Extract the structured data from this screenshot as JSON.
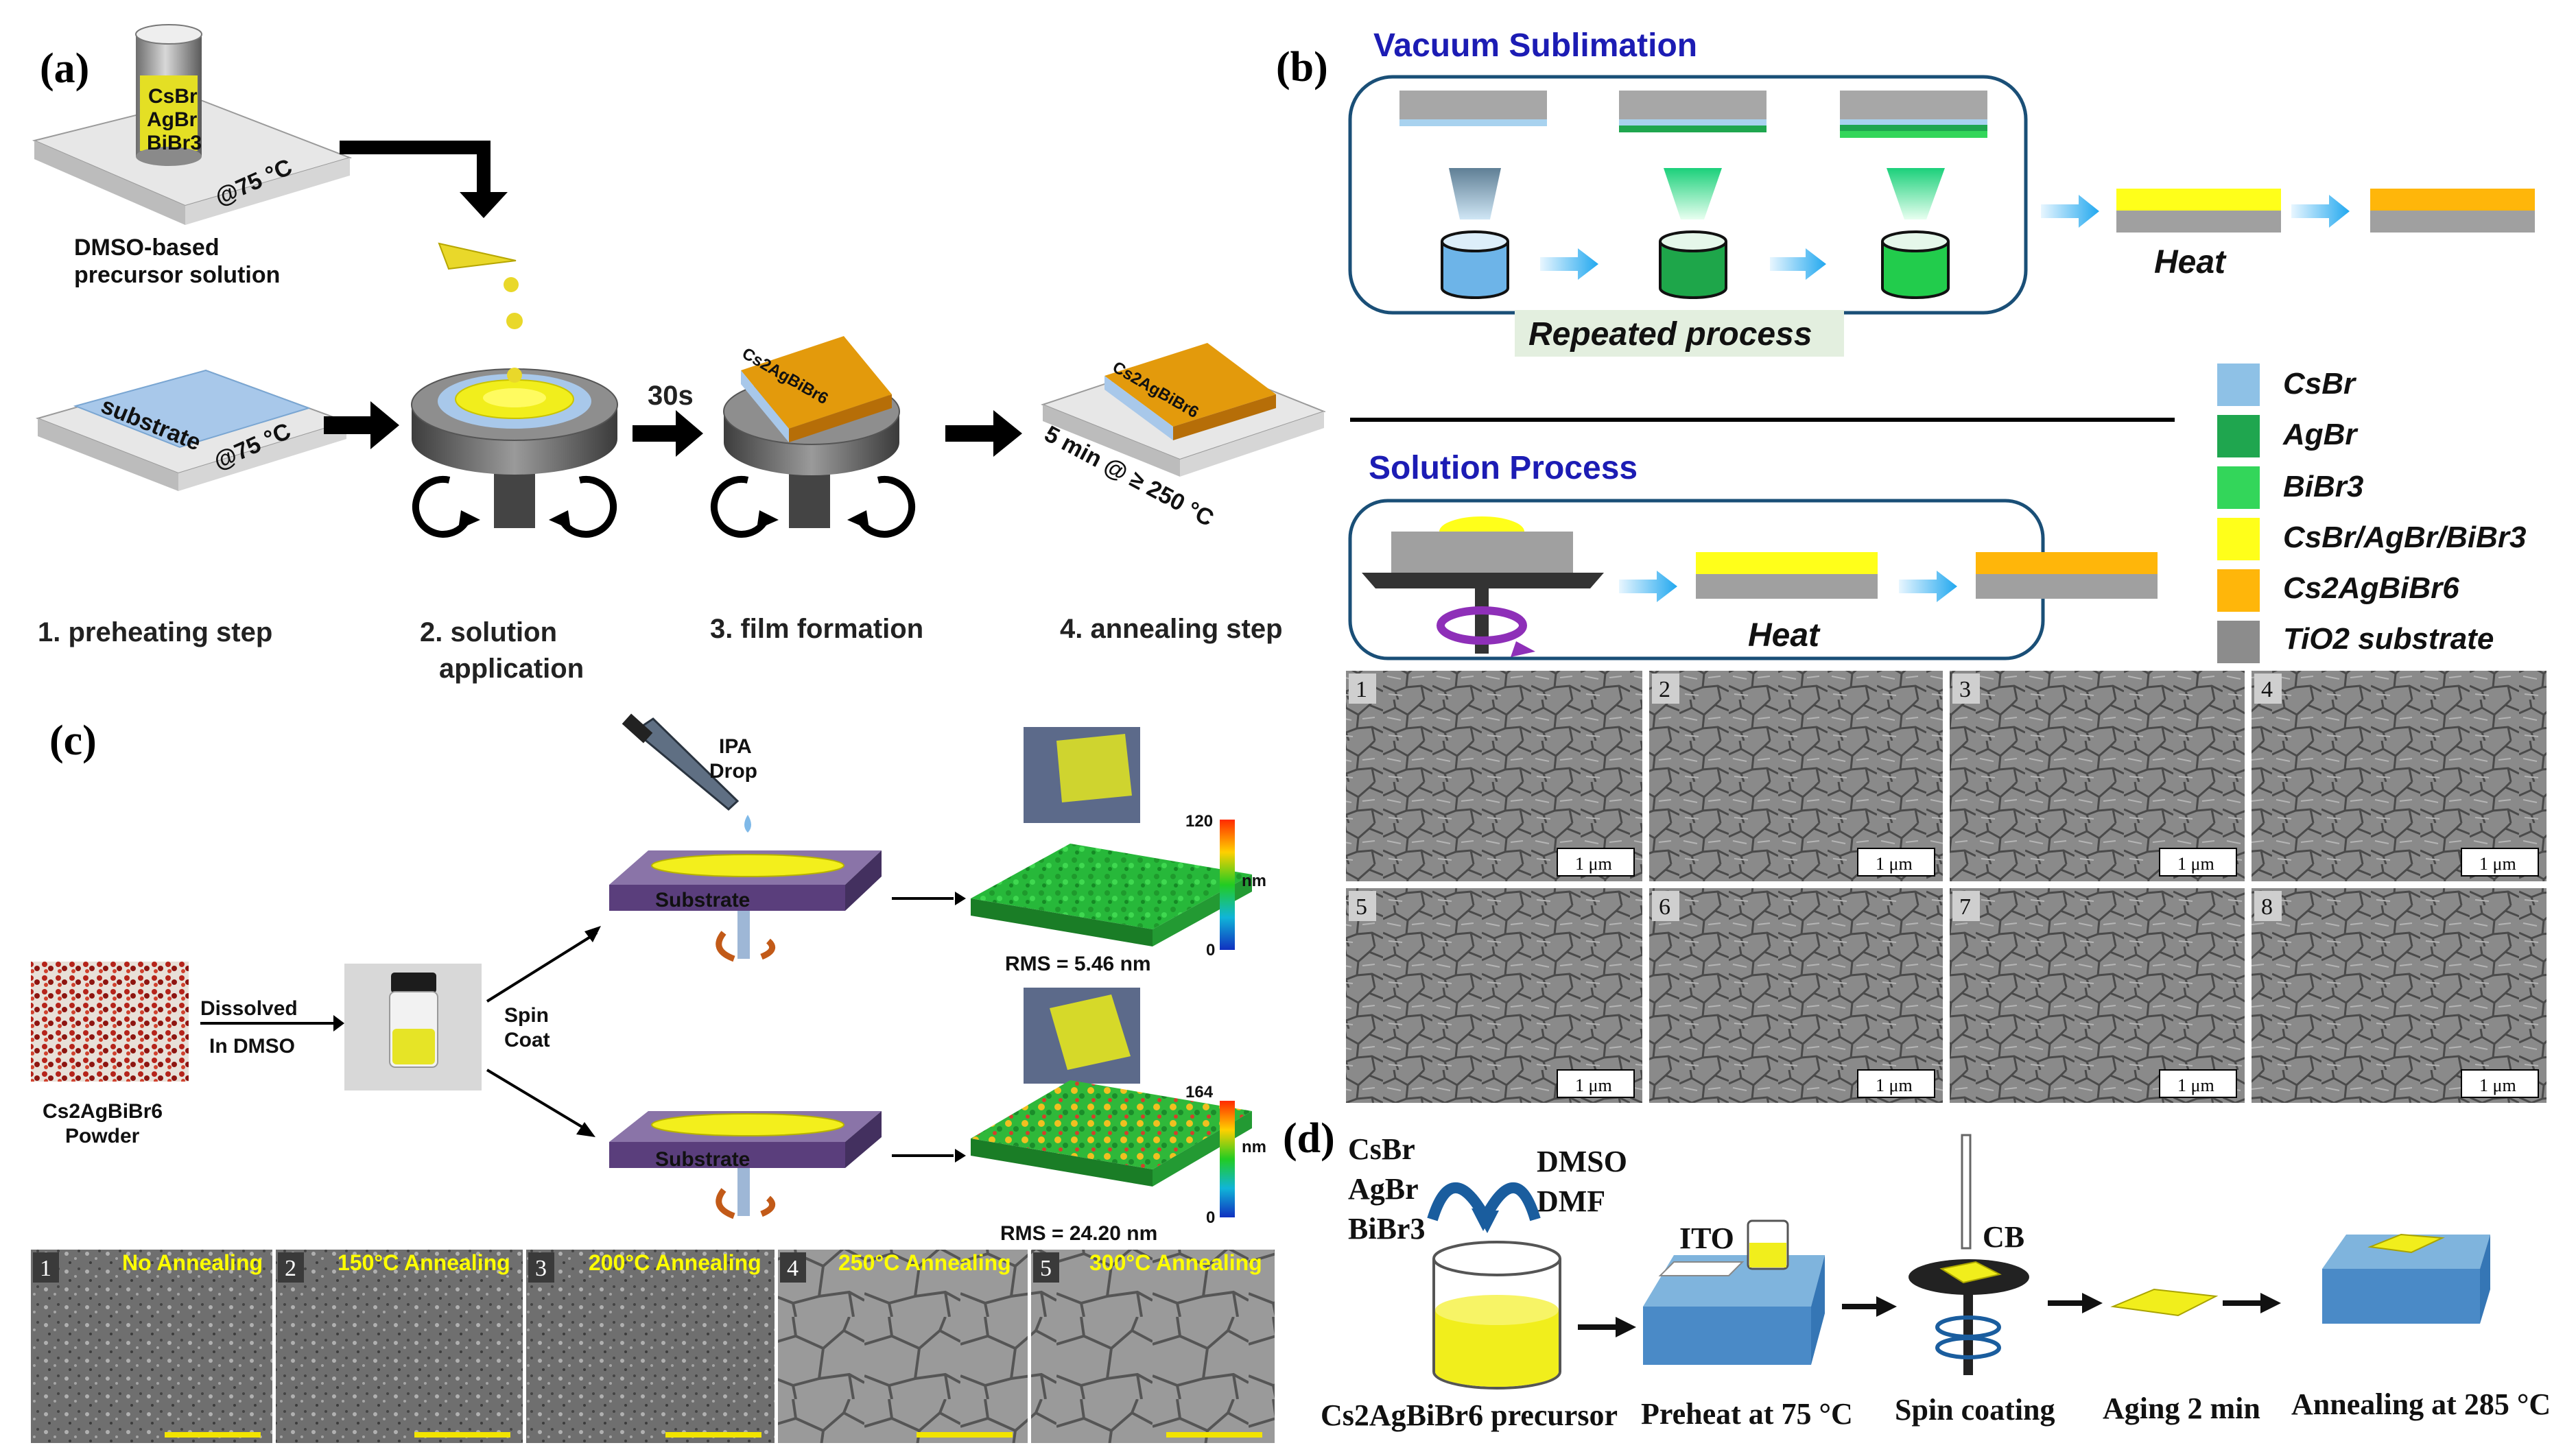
{
  "panel_a": {
    "label": "(a)",
    "vial_lines": [
      "CsBr",
      "AgBr",
      "BiBr3"
    ],
    "plate_temp": "@75 °C",
    "precursor_line1": "DMSO-based",
    "precursor_line2": "precursor solution",
    "substrate": "substrate",
    "substrate_temp": "@75 °C",
    "spin_time": "30s",
    "film_label": "Cs2AgBiBr6",
    "anneal_condition": "5 min @ ≥ 250 °C",
    "steps": [
      "1. preheating  step",
      "2. solution",
      "application",
      "3. film formation",
      "4. annealing step"
    ]
  },
  "panel_b": {
    "label": "(b)",
    "vacuum_title": "Vacuum Sublimation",
    "repeated": "Repeated process",
    "heat": "Heat",
    "solution_title": "Solution Process",
    "heat2": "Heat",
    "legend": [
      {
        "name": "CsBr",
        "color": "#8ec1e6"
      },
      {
        "name": "AgBr",
        "color": "#1fa64f"
      },
      {
        "name": "BiBr3",
        "color": "#33d65a"
      },
      {
        "name": "CsBr/AgBr/BiBr3",
        "color": "#ffff1a"
      },
      {
        "name": "Cs2AgBiBr6",
        "color": "#ffb60a"
      },
      {
        "name": "TiO2 substrate",
        "color": "#8c8c8c"
      }
    ],
    "sem_numbers": [
      "1",
      "2",
      "3",
      "4",
      "5",
      "6",
      "7",
      "8"
    ],
    "scale_bar": "1 μm"
  },
  "panel_c": {
    "label": "(c)",
    "ipa_line1": "IPA",
    "ipa_line2": "Drop",
    "powder_line1": "Cs2AgBiBr6",
    "powder_line2": "Powder",
    "dissolved_line1": "Dissolved",
    "dissolved_line2": "In DMSO",
    "spin_line1": "Spin",
    "spin_line2": "Coat",
    "substrate": "Substrate",
    "colorbar_top_max": "120",
    "colorbar_top_min": "0",
    "colorbar_bottom_max": "164",
    "colorbar_bottom_min": "0",
    "unit": "nm",
    "rms_top": "RMS = 5.46 nm",
    "rms_bottom": "RMS = 24.20 nm",
    "sem_numbers": [
      "1",
      "2",
      "3",
      "4",
      "5"
    ],
    "annealing_labels": [
      "No Annealing",
      "150°C Annealing",
      "200°C Annealing",
      "250°C Annealing",
      "300°C Annealing"
    ]
  },
  "panel_d": {
    "label": "(d)",
    "reagents": [
      "CsBr",
      "AgBr",
      "BiBr3"
    ],
    "solvents": [
      "DMSO",
      "DMF"
    ],
    "ito": "ITO",
    "cb": "CB",
    "captions": [
      "Cs2AgBiBr6 precursor",
      "Preheat at 75 °C",
      "Spin coating",
      "Aging 2 min",
      "Annealing at 285 °C"
    ]
  },
  "colors": {
    "accent_blue": "#1c1cb4",
    "gold": "#e39a0c",
    "yellow": "#ffff1a",
    "arrow_blue": "#22a8ef"
  }
}
